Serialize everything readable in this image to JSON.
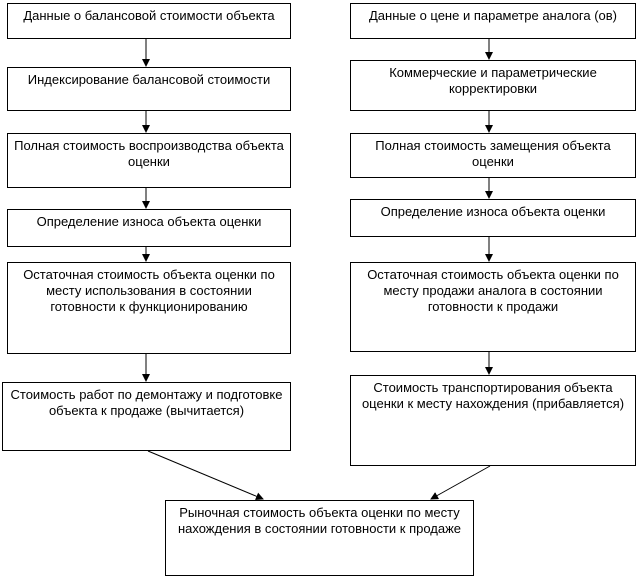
{
  "left_chain": {
    "step1": "Данные о балансовой стоимости объекта",
    "step2": "Индексирование балансовой стоимости",
    "step3": "Полная стоимость воспроизводства объекта оценки",
    "step4": "Определение износа объекта оценки",
    "step5": "Остаточная стоимость объекта оценки по месту использования в состоянии готовности к функционированию",
    "step6": "Стоимость работ по демонтажу и подготовке объекта к продаже (вычитается)"
  },
  "right_chain": {
    "step1": "Данные о цене и параметре аналога (ов)",
    "step2": "Коммерческие и параметрические корректировки",
    "step3": "Полная стоимость замещения объекта оценки",
    "step4": "Определение износа объекта оценки",
    "step5": "Остаточная стоимость объекта оценки по месту продажи аналога в состоянии готовности к продажи",
    "step6": "Стоимость транспортирования объекта оценки к месту нахождения (прибавляется)"
  },
  "result": {
    "text": "Рыночная стоимость объекта оценки по месту нахождения в состоянии готовности к продаже"
  }
}
